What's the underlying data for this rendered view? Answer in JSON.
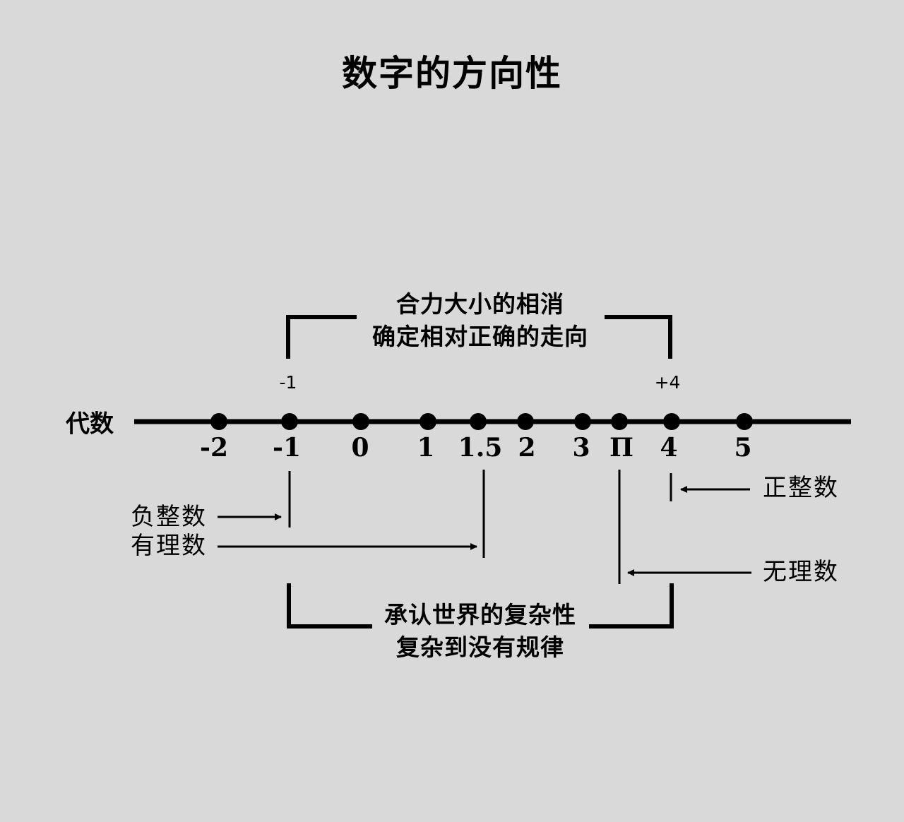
{
  "title": "数字的方向性",
  "top_caption": {
    "line1": "合力大小的相消",
    "line2": "确定相对正确的走向"
  },
  "bottom_caption": {
    "line1": "承认世界的复杂性",
    "line2": "复杂到没有规律"
  },
  "bracket_labels": {
    "left": "-1",
    "right": "+4"
  },
  "axis": {
    "label": "代数",
    "ticks": [
      {
        "label": "-2",
        "value": -2
      },
      {
        "label": "-1",
        "value": -1
      },
      {
        "label": "0",
        "value": 0
      },
      {
        "label": "1",
        "value": 1
      },
      {
        "label": "1.5",
        "value": 1.5
      },
      {
        "label": "2",
        "value": 2
      },
      {
        "label": "3",
        "value": 3
      },
      {
        "label": "Π",
        "value": 3.14159
      },
      {
        "label": "4",
        "value": 4
      },
      {
        "label": "5",
        "value": 5
      }
    ]
  },
  "annotations": {
    "negative_integer": "负整数",
    "rational": "有理数",
    "positive_integer": "正整数",
    "irrational": "无理数"
  }
}
